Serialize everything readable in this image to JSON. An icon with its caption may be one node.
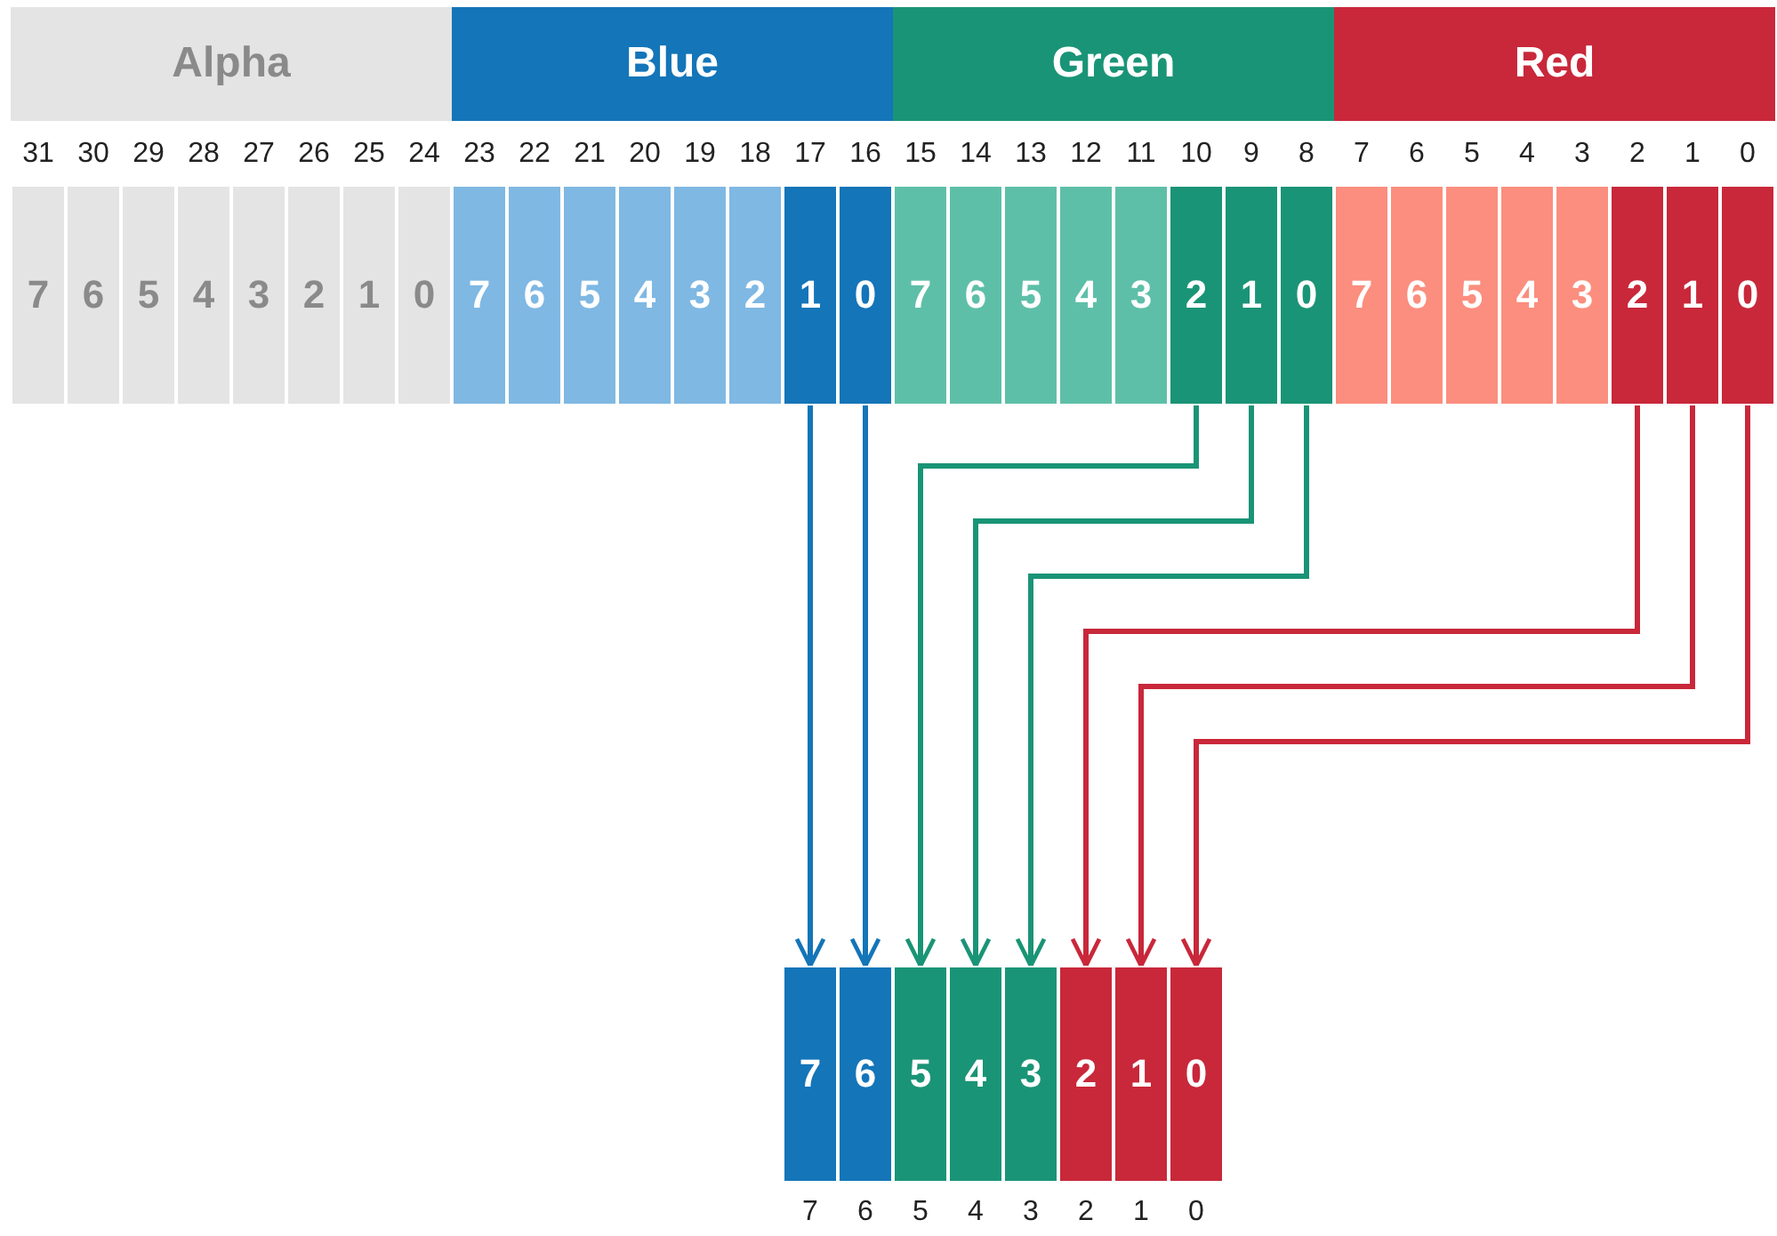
{
  "diagram": {
    "nodes": [
      {
        "text": [
          "Alpha"
        ]
      },
      {
        "text": [
          "Blue"
        ]
      },
      {
        "text": [
          "Green"
        ]
      },
      {
        "text": [
          "Red"
        ]
      },
      {
        "text": [
          "7"
        ]
      },
      {
        "text": [
          "6"
        ]
      },
      {
        "text": [
          "5"
        ]
      },
      {
        "text": [
          "4"
        ]
      },
      {
        "text": [
          "3"
        ]
      },
      {
        "text": [
          "2"
        ]
      },
      {
        "text": [
          "1"
        ]
      },
      {
        "text": [
          "0"
        ]
      },
      {
        "text": [
          "7"
        ]
      },
      {
        "text": [
          "6"
        ]
      },
      {
        "text": [
          "5"
        ]
      },
      {
        "text": [
          "4"
        ]
      },
      {
        "text": [
          "3"
        ]
      },
      {
        "text": [
          "2"
        ]
      },
      {
        "text": [
          "1"
        ]
      },
      {
        "text": [
          "0"
        ]
      },
      {
        "text": [
          "7"
        ]
      },
      {
        "text": [
          "6"
        ]
      },
      {
        "text": [
          "5"
        ]
      },
      {
        "text": [
          "4"
        ]
      },
      {
        "text": [
          "3"
        ]
      },
      {
        "text": [
          "2"
        ]
      },
      {
        "text": [
          "1"
        ]
      },
      {
        "text": [
          "0"
        ]
      },
      {
        "text": [
          "7"
        ]
      },
      {
        "text": [
          "6"
        ]
      },
      {
        "text": [
          "5"
        ]
      },
      {
        "text": [
          "4"
        ]
      },
      {
        "text": [
          "3"
        ]
      },
      {
        "text": [
          "2"
        ]
      },
      {
        "text": [
          "1"
        ]
      },
      {
        "text": [
          "0"
        ]
      },
      {
        "text": [
          "7"
        ]
      },
      {
        "text": [
          "6"
        ]
      },
      {
        "text": [
          "5"
        ]
      },
      {
        "text": [
          "4"
        ]
      },
      {
        "text": [
          "3"
        ]
      },
      {
        "text": [
          "2"
        ]
      },
      {
        "text": [
          "1"
        ]
      },
      {
        "text": [
          "0"
        ]
      }
    ],
    "edges": [
      {
        "from": 18,
        "to": 36,
        "arrow": "to",
        "color": "#1475b8"
      },
      {
        "from": 19,
        "to": 37,
        "arrow": "to",
        "color": "#1475b8"
      },
      {
        "from": 25,
        "to": 38,
        "arrow": "to",
        "color": "#1a9476"
      },
      {
        "from": 26,
        "to": 39,
        "arrow": "to",
        "color": "#1a9476"
      },
      {
        "from": 27,
        "to": 40,
        "arrow": "to",
        "color": "#1a9476"
      },
      {
        "from": 33,
        "to": 41,
        "arrow": "to",
        "color": "#c8283a"
      },
      {
        "from": 34,
        "to": 42,
        "arrow": "to",
        "color": "#c8283a"
      },
      {
        "from": 35,
        "to": 43,
        "arrow": "to",
        "color": "#c8283a"
      }
    ],
    "labels": [
      "31",
      "30",
      "29",
      "28",
      "27",
      "26",
      "25",
      "24",
      "23",
      "22",
      "21",
      "20",
      "19",
      "18",
      "17",
      "16",
      "15",
      "14",
      "13",
      "12",
      "11",
      "10",
      "9",
      "8",
      "7",
      "6",
      "5",
      "4",
      "3",
      "2",
      "1",
      "0",
      "7",
      "6",
      "5",
      "4",
      "3",
      "2",
      "1",
      "0"
    ]
  }
}
